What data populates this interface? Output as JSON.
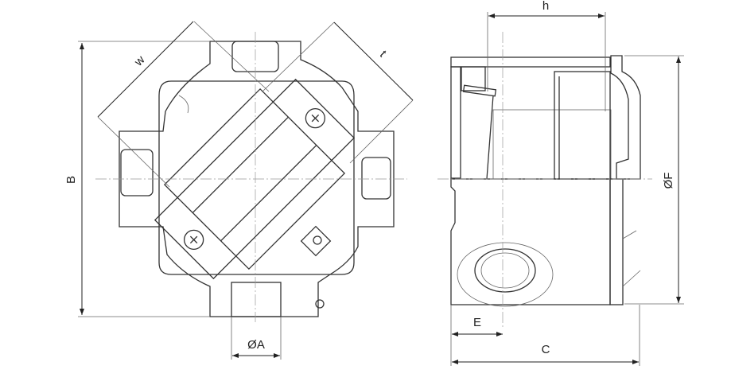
{
  "drawing": {
    "front_view": {
      "labels": {
        "width": "w",
        "depth": "t",
        "height": "B",
        "entry_diameter": "ØA"
      }
    },
    "side_view": {
      "labels": {
        "inner_height": "h",
        "outer_diameter": "ØF",
        "entry_offset": "E",
        "overall_depth": "C"
      }
    }
  }
}
